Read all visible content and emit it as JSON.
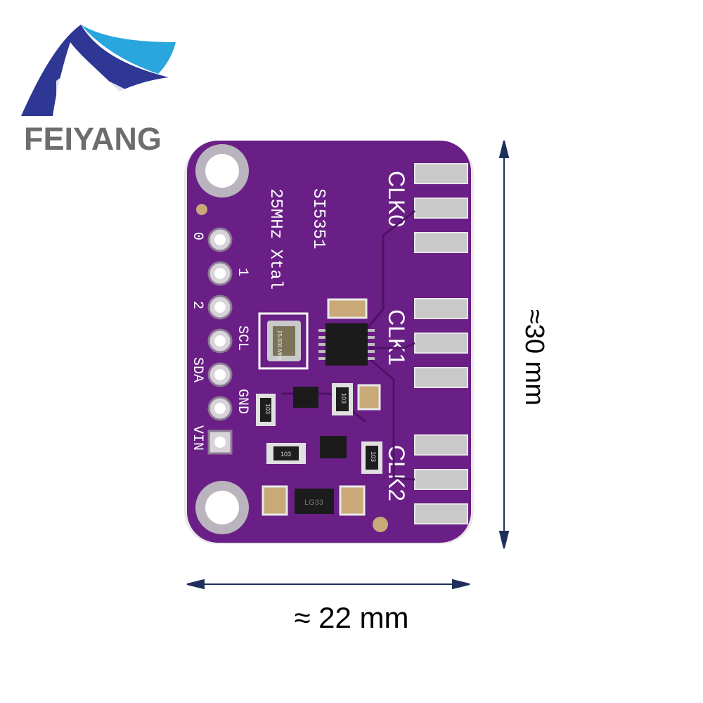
{
  "brand": {
    "name": "FEIYANG"
  },
  "board": {
    "chip_label": "SI5351",
    "crystal_label": "25MHz Xtal",
    "crystal_marking": "25.000 MHz",
    "outputs": [
      "CLK0",
      "CLK1",
      "CLK2"
    ],
    "pins": [
      "0",
      "1",
      "2",
      "SCL",
      "SDA",
      "GND",
      "VIN"
    ],
    "resistor_marking": "103",
    "regulator_marking": "LG33",
    "pcb_color": "#6a1f86"
  },
  "dimensions": {
    "height_label": "≈30 mm",
    "width_label": "≈ 22 mm"
  }
}
